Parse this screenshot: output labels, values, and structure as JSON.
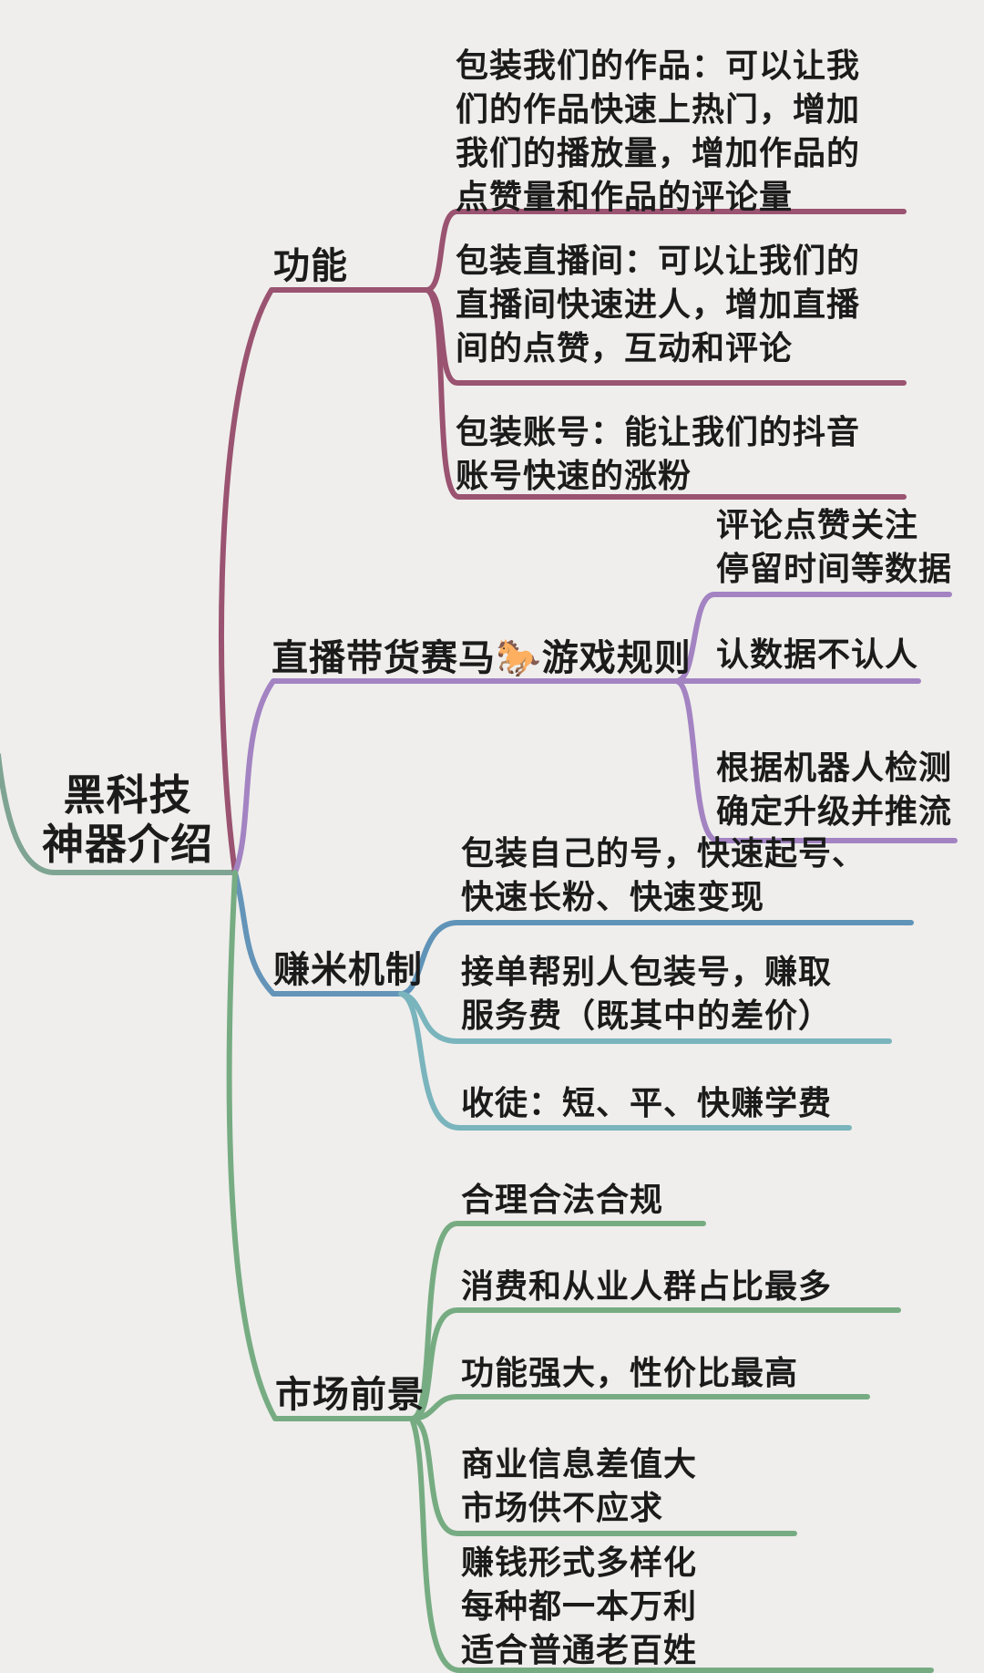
{
  "root": {
    "title_lines": [
      "黑科技",
      "神器介绍"
    ],
    "underline_color": "#7fa493"
  },
  "branches": [
    {
      "label": "功能",
      "color": "#9a5370",
      "leaf_colors": [
        "#9a5370",
        "#9a5370",
        "#9a5370"
      ],
      "leaves": [
        {
          "lines": [
            "包装我们的作品：可以让我",
            "们的作品快速上热门，增加",
            "我们的播放量，增加作品的",
            "点赞量和作品的评论量"
          ]
        },
        {
          "lines": [
            "包装直播间：可以让我们的",
            "直播间快速进人，增加直播",
            "间的点赞，互动和评论"
          ]
        },
        {
          "lines": [
            "包装账号：能让我们的抖音",
            "账号快速的涨粉"
          ]
        }
      ]
    },
    {
      "label": "直播带货赛马🐎游戏规则",
      "color": "#a383c2",
      "leaf_colors": [
        "#a383c2",
        "#a383c2",
        "#a383c2"
      ],
      "leaves": [
        {
          "lines": [
            "评论点赞关注",
            "停留时间等数据"
          ]
        },
        {
          "lines": [
            "认数据不认人"
          ]
        },
        {
          "lines": [
            "根据机器人检测",
            "确定升级并推流"
          ]
        }
      ]
    },
    {
      "label": "赚米机制",
      "color": "#6494b8",
      "leaf_colors": [
        "#5f93b8",
        "#7ab4bd",
        "#7ab4bd"
      ],
      "leaves": [
        {
          "lines": [
            "包装自己的号，快速起号、",
            "快速长粉、快速变现"
          ]
        },
        {
          "lines": [
            "接单帮别人包装号，赚取",
            "服务费（既其中的差价）"
          ]
        },
        {
          "lines": [
            "收徒：短、平、快赚学费"
          ]
        }
      ]
    },
    {
      "label": "市场前景",
      "color": "#77ac83",
      "leaf_colors": [
        "#77ac83",
        "#77ac83",
        "#77ac83",
        "#77ac83",
        "#77ac83"
      ],
      "leaves": [
        {
          "lines": [
            "合理合法合规"
          ]
        },
        {
          "lines": [
            "消费和从业人群占比最多"
          ]
        },
        {
          "lines": [
            "功能强大，性价比最高"
          ]
        },
        {
          "lines": [
            "商业信息差值大",
            "市场供不应求"
          ]
        },
        {
          "lines": [
            "赚钱形式多样化",
            "每种都一本万利",
            "适合普通老百姓"
          ]
        }
      ]
    }
  ]
}
